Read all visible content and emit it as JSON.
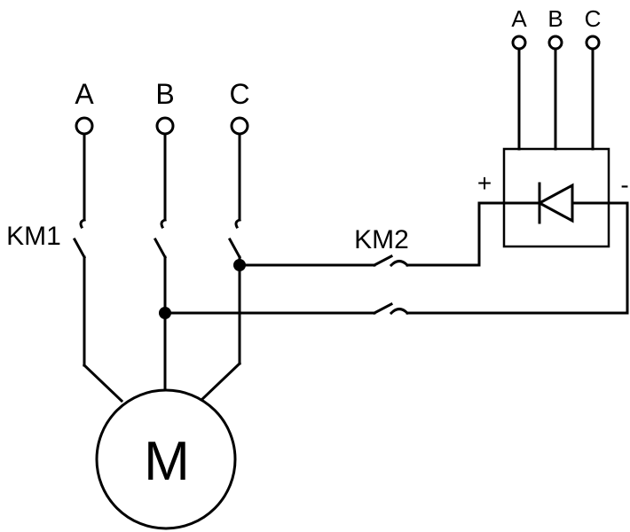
{
  "supply_terminals": [
    "A",
    "B",
    "C"
  ],
  "rectifier_terminals": [
    "A",
    "B",
    "C"
  ],
  "contactor_1_label": "KM1",
  "contactor_2_label": "KM2",
  "rectifier_plus_label": "+",
  "rectifier_minus_label": "-",
  "motor_label": "M",
  "line_color": "#000000",
  "background_color": "#ffffff"
}
